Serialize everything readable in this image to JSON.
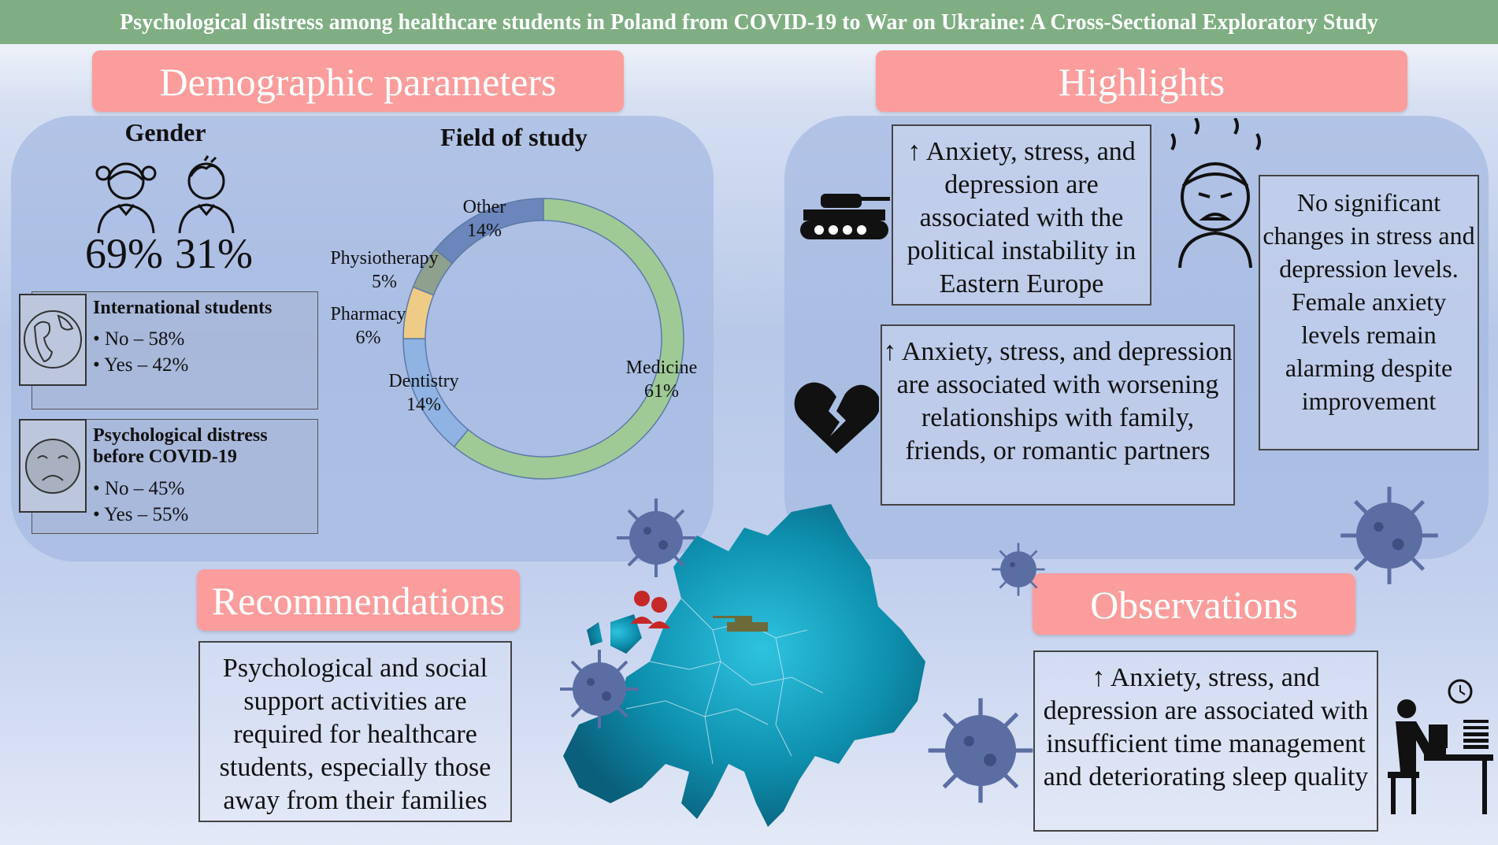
{
  "title": "Psychological distress among healthcare students in Poland from COVID-19 to War on Ukraine: A Cross-Sectional Exploratory Study",
  "demographics": {
    "header": "Demographic parameters",
    "gender": {
      "label": "Gender",
      "female_pct": "69%",
      "male_pct": "31%"
    },
    "international": {
      "heading": "International students",
      "no": "• No – 58%",
      "yes": "• Yes – 42%"
    },
    "distress_before": {
      "heading": "Psychological distress before COVID-19",
      "no": "• No – 45%",
      "yes": "• Yes – 55%"
    }
  },
  "chart_data": {
    "type": "pie",
    "donut": true,
    "title": "Field of study",
    "categories": [
      "Medicine",
      "Dentistry",
      "Pharmacy",
      "Physiotherapy",
      "Other"
    ],
    "values": [
      61,
      14,
      6,
      5,
      14
    ],
    "value_labels": [
      "61%",
      "14%",
      "6%",
      "5%",
      "14%"
    ],
    "colors": [
      "#9fca96",
      "#8fb3e3",
      "#efcc85",
      "#8ea08e",
      "#6b86bb"
    ]
  },
  "highlights": {
    "header": "Highlights",
    "box1": "↑ Anxiety, stress, and depression are associated with the political instability in Eastern Europe",
    "box2": "↑ Anxiety, stress, and depression are associated with worsening relationships with family, friends, or romantic partners",
    "box3": "No significant changes in stress and depression levels. Female anxiety levels remain alarming despite improvement"
  },
  "recommendations": {
    "header": "Recommendations",
    "text": "Psychological and social support activities are required for healthcare students, especially those away from their families"
  },
  "observations": {
    "header": "Observations",
    "text": "↑ Anxiety, stress, and depression are associated with insufficient time management and deteriorating sleep quality"
  }
}
